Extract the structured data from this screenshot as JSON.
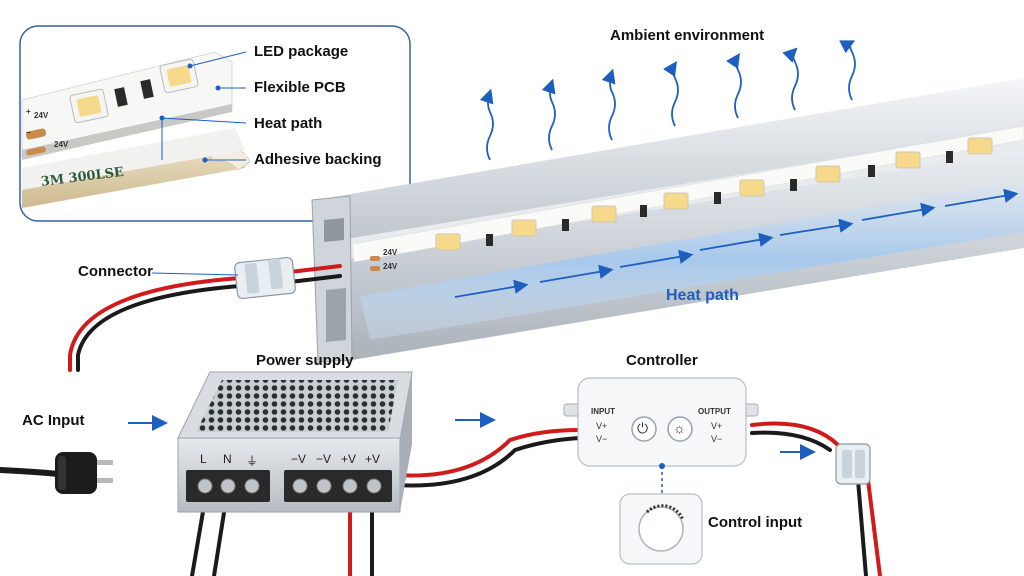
{
  "labels": {
    "led_package": "LED package",
    "flexible_pcb": "Flexible PCB",
    "heat_path_inset": "Heat path",
    "adhesive_backing": "Adhesive backing",
    "ambient_environment": "Ambient environment",
    "connector": "Connector",
    "heat_path_main": "Heat path",
    "power_supply": "Power supply",
    "controller": "Controller",
    "ac_input": "AC Input",
    "control_input": "Control input"
  },
  "inset": {
    "voltage_1": "24V",
    "voltage_2": "24V",
    "plus": "+",
    "minus": "−",
    "tape_text": "3M 300LSE"
  },
  "strip": {
    "voltage_1": "24V",
    "voltage_2": "24V"
  },
  "power_supply": {
    "terminals": [
      "L",
      "N",
      "⏚",
      "−V",
      "−V",
      "+V",
      "+V"
    ]
  },
  "controller": {
    "input_title": "INPUT",
    "input_vplus": "V+",
    "input_vminus": "V−",
    "output_title": "OUTPUT",
    "output_vplus": "V+",
    "output_vminus": "V−",
    "power_icon": "power-icon",
    "brightness_icon": "brightness-icon"
  },
  "colors": {
    "heat_arrow": "#1d5fc0",
    "wire_red": "#d11a1a",
    "wire_black": "#1a1a1a",
    "inset_border": "#3a5fa8"
  }
}
